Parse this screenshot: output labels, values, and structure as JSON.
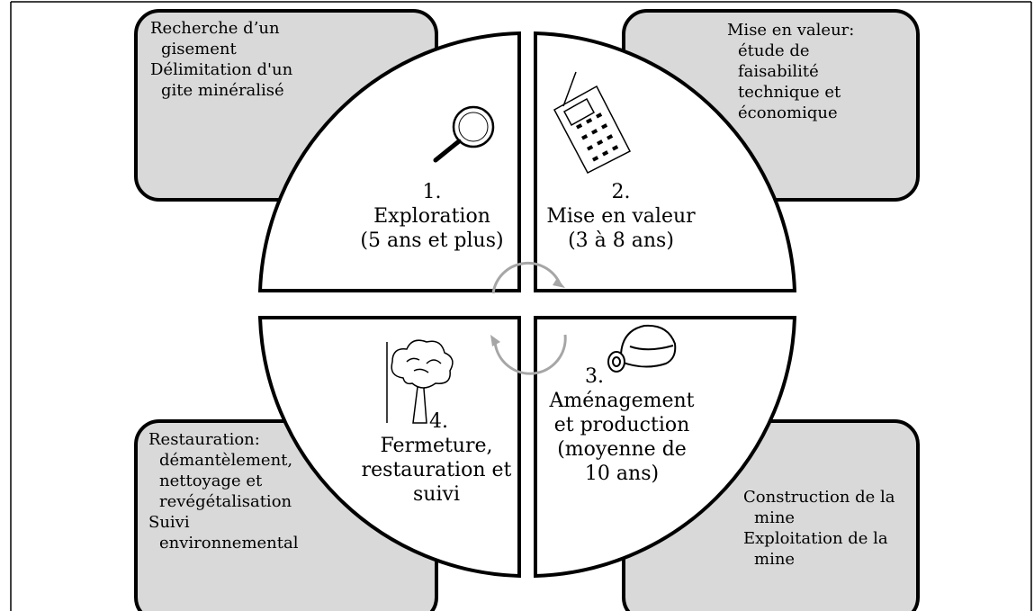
{
  "phases": {
    "exploration": {
      "number": "1.",
      "title": "Exploration",
      "duration": "(5 ans et plus)",
      "icon": "magnifier-icon"
    },
    "mise_en_valeur": {
      "number": "2.",
      "title": "Mise en valeur",
      "duration": "(3 à 8 ans)",
      "icon": "calculator-icon"
    },
    "amenagement": {
      "number": "3.",
      "line1": "Aménagement",
      "line2": "et production",
      "line3": "(moyenne de",
      "line4": "10 ans)",
      "icon": "hard-hat-icon"
    },
    "fermeture": {
      "number": "4.",
      "line1": "Fermeture,",
      "line2": "restauration et",
      "line3": "suivi",
      "icon": "tree-icon"
    }
  },
  "boxes": {
    "top_left": {
      "item1_a": "Recherche d’un",
      "item1_b": "gisement",
      "item2_a": "Délimitation d'un",
      "item2_b": "gite minéralisé"
    },
    "top_right": {
      "line1": "Mise en valeur:",
      "line2": "étude de",
      "line3": "faisabilité",
      "line4": "technique et",
      "line5": "économique"
    },
    "bottom_left": {
      "item1_a": "Restauration:",
      "item1_b": "démantèlement,",
      "item1_c": "nettoyage et",
      "item1_d": "revégétalisation",
      "item2_a": "Suivi",
      "item2_b": "environnemental"
    },
    "bottom_right": {
      "item1_a": "Construction de la",
      "item1_b": "mine",
      "item2_a": "Exploitation de la",
      "item2_b": "mine"
    }
  },
  "colors": {
    "box_fill": "#d9d9d9",
    "outline": "#000000",
    "cycle_arrows": "#a6a6a6"
  }
}
